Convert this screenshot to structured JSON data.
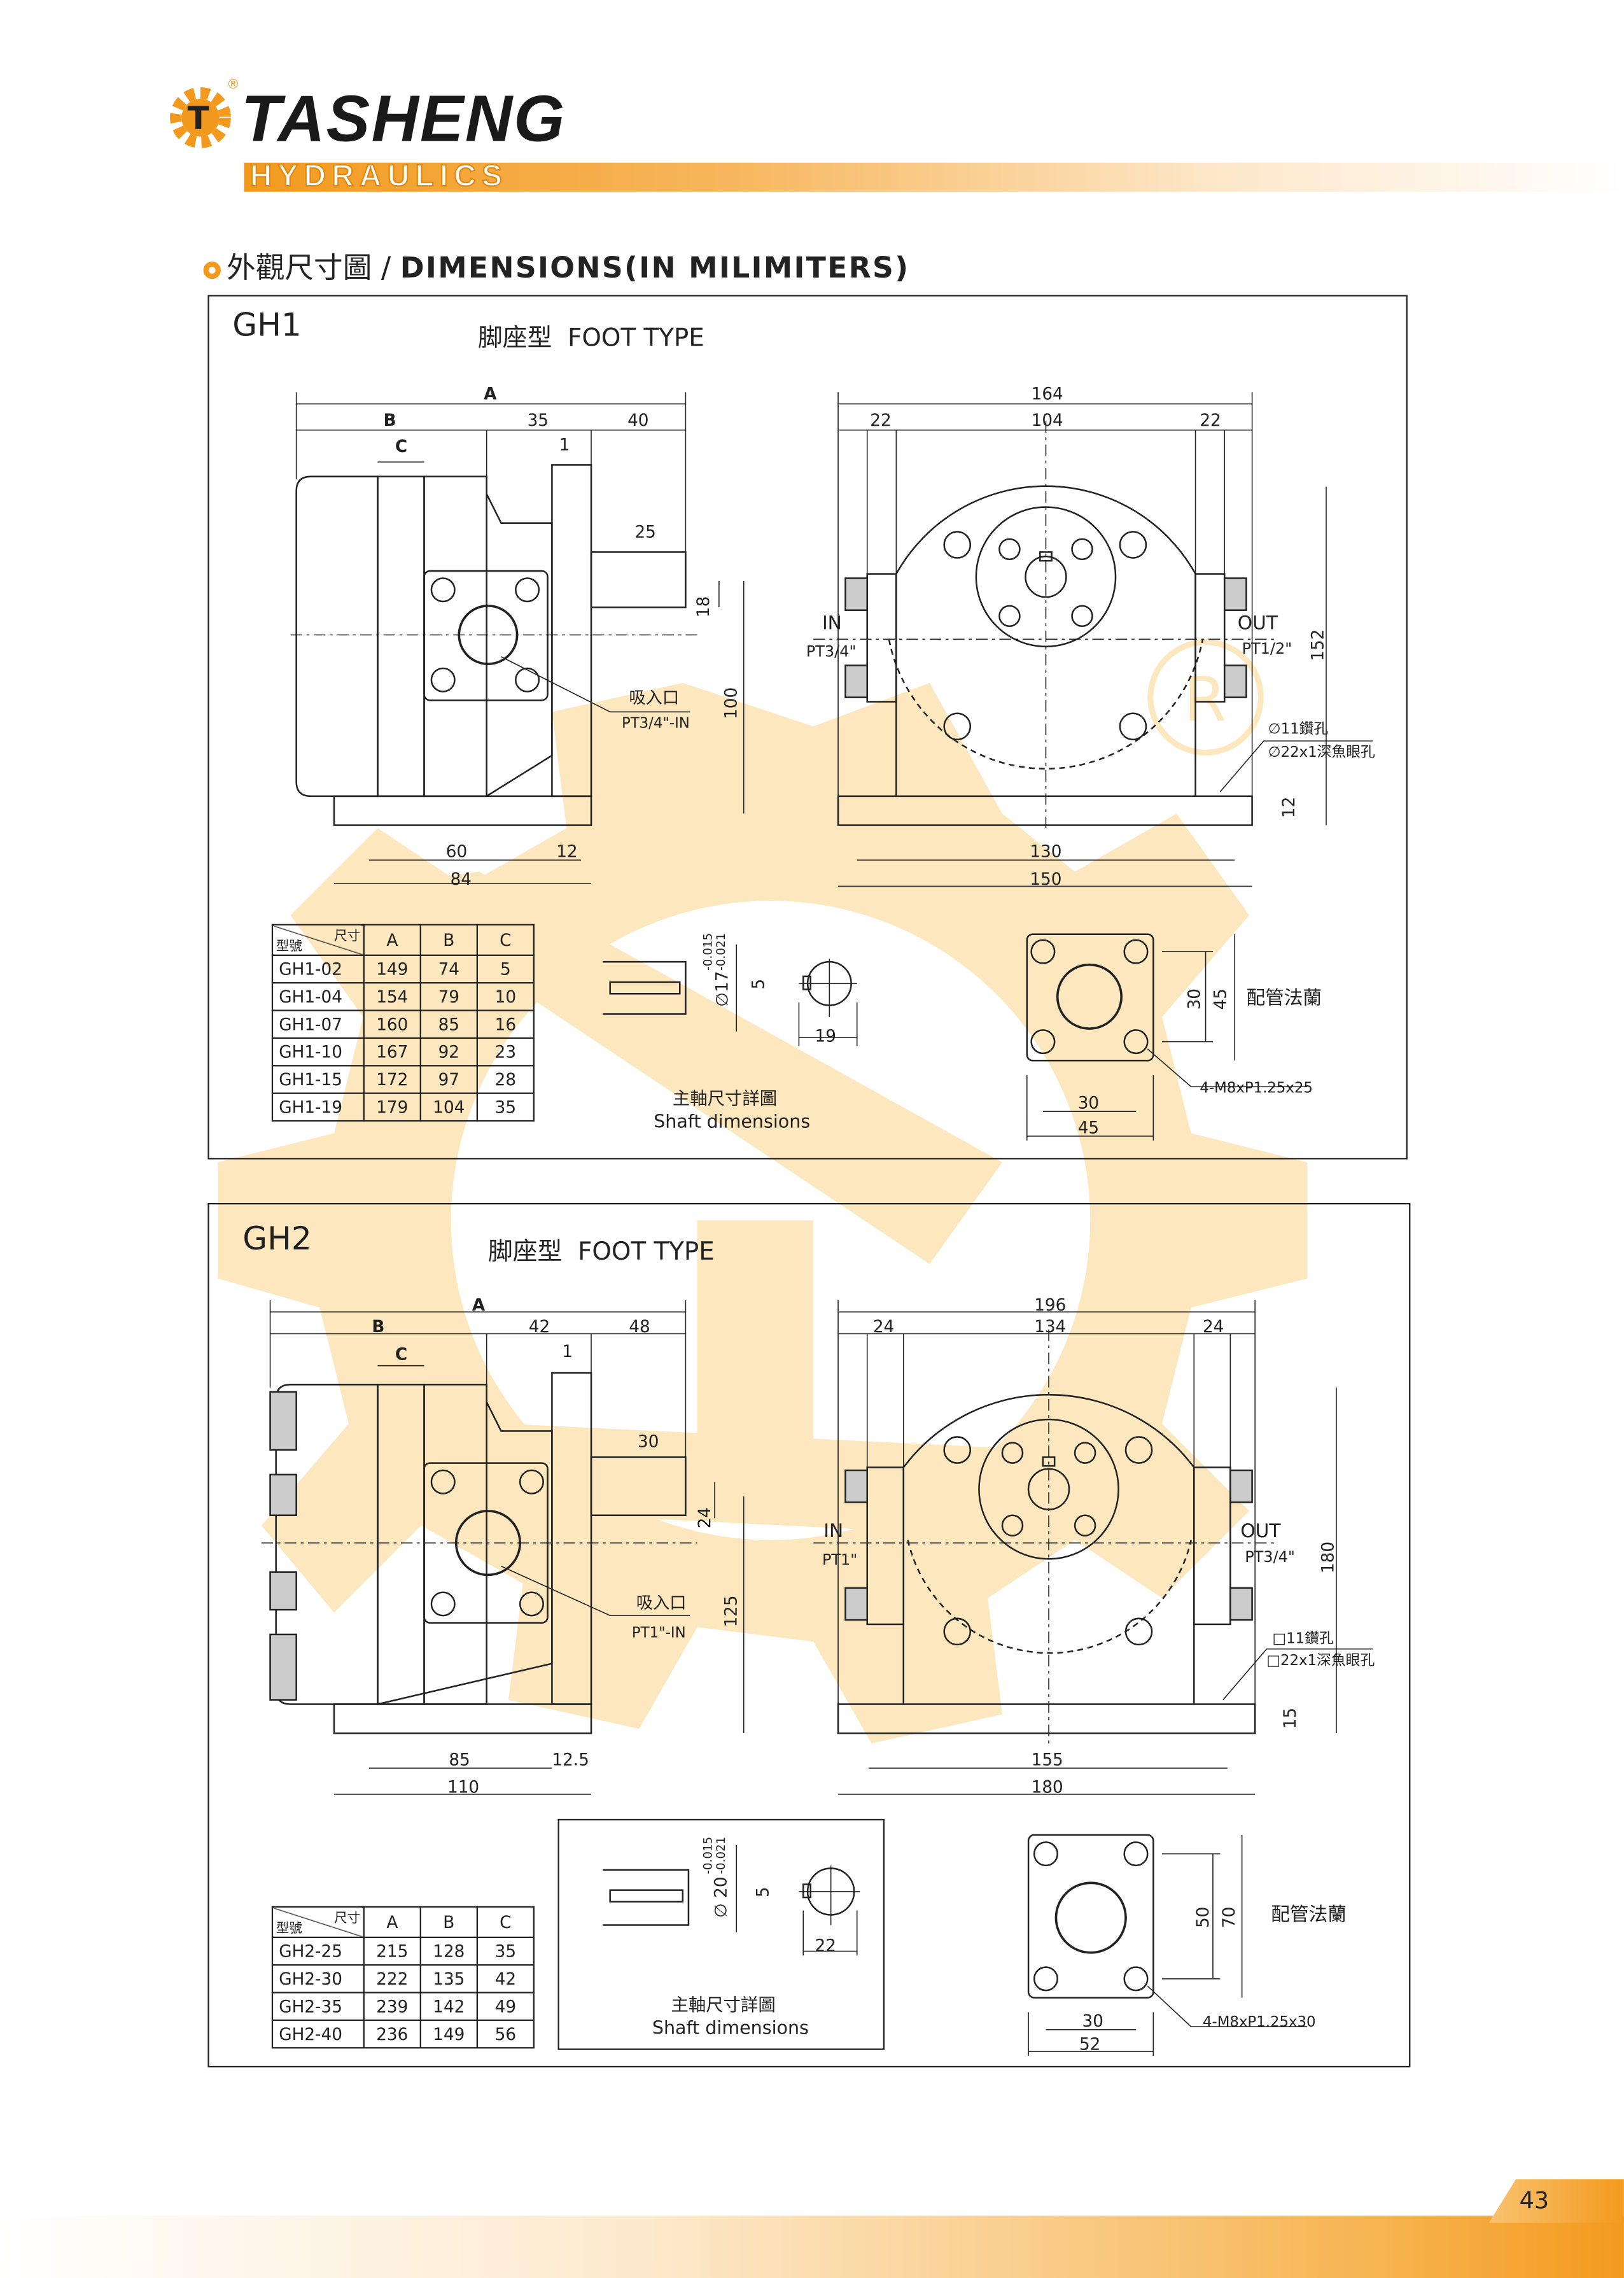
{
  "brand": {
    "name": "TASHENG",
    "sub": "HYDRAULICS",
    "registered": "®"
  },
  "section_title": {
    "zh": "外觀尺寸圖",
    "sep": " / ",
    "en": "DIMENSIONS(IN MILIMITERS)"
  },
  "page_number": "43",
  "colors": {
    "accent": "#f39a1e",
    "watermark": "#fde3b3",
    "line": "#222222"
  },
  "gh1": {
    "title": "GH1",
    "type": "脚座型  FOOT TYPE",
    "side": {
      "A": "A",
      "B": "B",
      "C": "C",
      "d35": "35",
      "d40": "40",
      "d1": "1",
      "d25": "25",
      "d18": "18",
      "d100": "100",
      "inlet_zh": "吸入口",
      "inlet": "PT3/4\"-IN",
      "d60": "60",
      "d12": "12",
      "d84": "84"
    },
    "front": {
      "d164": "164",
      "d22a": "22",
      "d104": "104",
      "d22b": "22",
      "in": "IN",
      "in_port": "PT3/4\"",
      "out": "OUT",
      "out_port": "PT1/2\"",
      "d152": "152",
      "hole1": "∅11鑽孔",
      "hole2": "∅22x1深魚眼孔",
      "d12": "12",
      "d130": "130",
      "d150": "150"
    },
    "shaft": {
      "tol1": "-0.015",
      "tol2": "-0.021",
      "dia": "∅17",
      "d5": "5",
      "d19": "19",
      "zh": "主軸尺寸詳圖",
      "en": "Shaft dimensions"
    },
    "flange": {
      "d30v": "30",
      "d45v": "45",
      "label": "配管法蘭",
      "bolt": "4-M8xP1.25x25",
      "d30h": "30",
      "d45h": "45"
    },
    "table": {
      "corner_top": "尺寸",
      "corner_bottom": "型號",
      "headers": [
        "A",
        "B",
        "C"
      ],
      "rows": [
        [
          "GH1-02",
          "149",
          "74",
          "5"
        ],
        [
          "GH1-04",
          "154",
          "79",
          "10"
        ],
        [
          "GH1-07",
          "160",
          "85",
          "16"
        ],
        [
          "GH1-10",
          "167",
          "92",
          "23"
        ],
        [
          "GH1-15",
          "172",
          "97",
          "28"
        ],
        [
          "GH1-19",
          "179",
          "104",
          "35"
        ]
      ]
    }
  },
  "gh2": {
    "title": "GH2",
    "type": "脚座型  FOOT TYPE",
    "side": {
      "A": "A",
      "B": "B",
      "C": "C",
      "d42": "42",
      "d48": "48",
      "d1": "1",
      "d30": "30",
      "d24": "24",
      "d125": "125",
      "inlet_zh": "吸入口",
      "inlet": "PT1\"-IN",
      "d85": "85",
      "d12_5": "12.5",
      "d110": "110"
    },
    "front": {
      "d196": "196",
      "d24a": "24",
      "d134": "134",
      "d24b": "24",
      "in": "IN",
      "in_port": "PT1\"",
      "out": "OUT",
      "out_port": "PT3/4\"",
      "d180v": "180",
      "hole1": "□11鑽孔",
      "hole2": "□22x1深魚眼孔",
      "d15": "15",
      "d155": "155",
      "d180": "180"
    },
    "shaft": {
      "tol1": "-0.015",
      "tol2": "-0.021",
      "dia": "∅ 20",
      "d5": "5",
      "d22": "22",
      "zh": "主軸尺寸詳圖",
      "en": "Shaft dimensions"
    },
    "flange": {
      "d50v": "50",
      "d70v": "70",
      "label": "配管法蘭",
      "bolt": "4-M8xP1.25x30",
      "d30h": "30",
      "d52h": "52"
    },
    "table": {
      "corner_top": "尺寸",
      "corner_bottom": "型號",
      "headers": [
        "A",
        "B",
        "C"
      ],
      "rows": [
        [
          "GH2-25",
          "215",
          "128",
          "35"
        ],
        [
          "GH2-30",
          "222",
          "135",
          "42"
        ],
        [
          "GH2-35",
          "239",
          "142",
          "49"
        ],
        [
          "GH2-40",
          "236",
          "149",
          "56"
        ]
      ]
    }
  }
}
